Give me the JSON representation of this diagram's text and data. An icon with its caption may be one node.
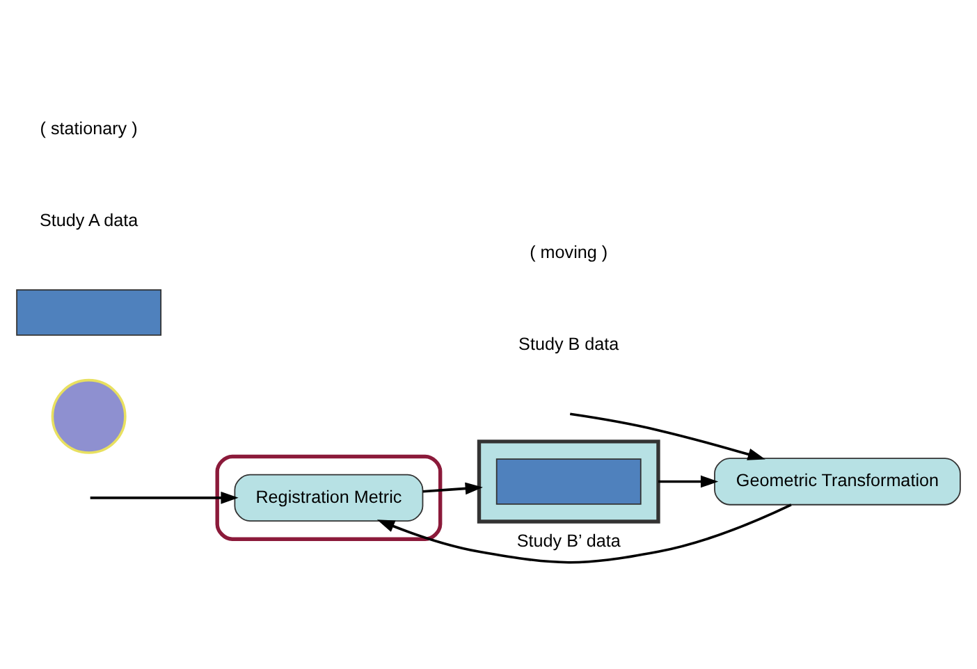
{
  "diagram": {
    "nodes": [
      {
        "text": [],
        "shape": "ellipse"
      },
      {
        "text": [
          "Registration Metric"
        ],
        "in": 0
      },
      {
        "text": [],
        "shape": "circle"
      },
      {
        "text": [],
        "shape": "box"
      },
      {
        "text": [],
        "shape": "box",
        "in": 3
      },
      {
        "text": [
          "Geometric Transformation"
        ]
      },
      {
        "text": [],
        "shape": "box"
      }
    ],
    "edges": [
      {
        "from": null,
        "to": 1,
        "arrow": "to"
      },
      {
        "from": 1,
        "to": 3,
        "arrow": "to"
      },
      {
        "from": 3,
        "to": 5,
        "arrow": "to"
      },
      {
        "from": 5,
        "to": 1,
        "arrow": "to",
        "label": "Study B’ data"
      },
      {
        "from": null,
        "to": 5,
        "arrow": "to"
      }
    ],
    "labels": [
      "Study A data",
      "( stationary )",
      "Study B data",
      "( moving )"
    ]
  }
}
